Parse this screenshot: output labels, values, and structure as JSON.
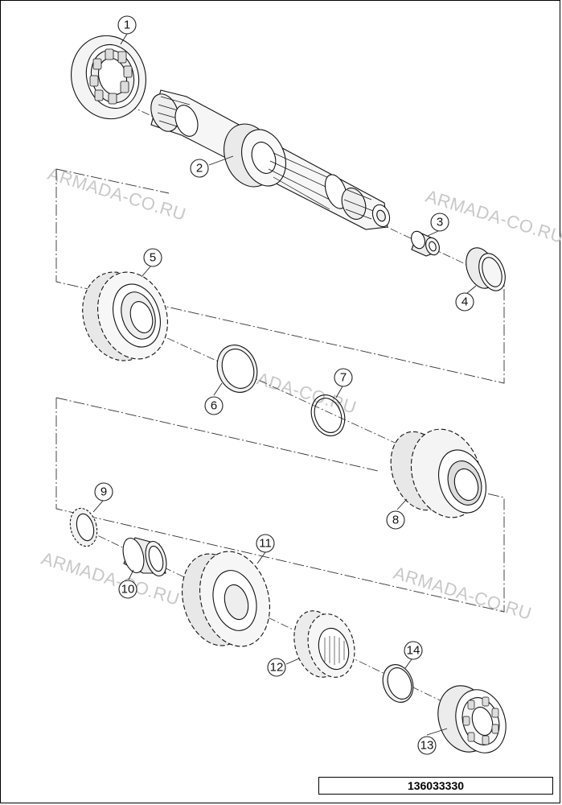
{
  "watermark": "ARMADA-CO.RU",
  "drawing_code": "136033330",
  "callouts": [
    "1",
    "2",
    "3",
    "4",
    "5",
    "6",
    "7",
    "8",
    "9",
    "10",
    "11",
    "12",
    "13",
    "14"
  ],
  "parts": [
    {
      "callout": "1",
      "icon": "ball-bearing-icon"
    },
    {
      "callout": "2",
      "icon": "splined-main-shaft-icon"
    },
    {
      "callout": "3",
      "icon": "needle-sleeve-icon"
    },
    {
      "callout": "4",
      "icon": "bushing-ring-icon"
    },
    {
      "callout": "5",
      "icon": "spur-gear-icon"
    },
    {
      "callout": "6",
      "icon": "thrust-washer-icon"
    },
    {
      "callout": "7",
      "icon": "snap-ring-icon"
    },
    {
      "callout": "8",
      "icon": "double-gear-icon"
    },
    {
      "callout": "9",
      "icon": "toothed-lock-washer-icon"
    },
    {
      "callout": "10",
      "icon": "needle-bushing-icon"
    },
    {
      "callout": "11",
      "icon": "large-spur-gear-icon"
    },
    {
      "callout": "12",
      "icon": "small-spur-gear-icon"
    },
    {
      "callout": "13",
      "icon": "ball-bearing-icon"
    },
    {
      "callout": "14",
      "icon": "thrust-washer-icon"
    }
  ],
  "colors": {
    "line": "#1a1a1a",
    "watermark": "#c8c8c8",
    "background": "#ffffff"
  }
}
